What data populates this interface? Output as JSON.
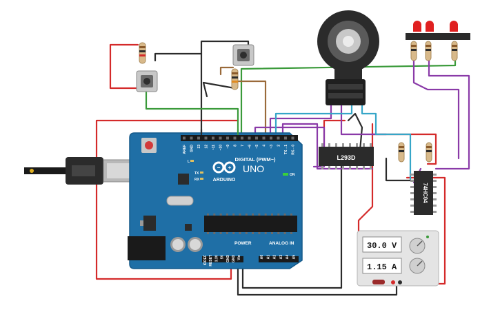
{
  "board": {
    "name": "UNO",
    "brand": "ARDUINO",
    "digital_header": "DIGITAL (PWM~)",
    "power_header": "POWER",
    "analog_header": "ANALOG IN",
    "on_label": "ON",
    "l_label": "L",
    "tx_label": "TX",
    "rx_label": "RX",
    "digital_pins": [
      "AREF",
      "GND",
      "13",
      "12",
      "~11",
      "~10",
      "~9",
      "8",
      "7",
      "~6",
      "~5",
      "4",
      "~3",
      "2",
      "TX→1",
      "RX←0"
    ],
    "power_pins": [
      "IOREF",
      "RESET",
      "3.3V",
      "5V",
      "GND",
      "GND",
      "Vin"
    ],
    "analog_pins": [
      "A0",
      "A1",
      "A2",
      "A3",
      "A4",
      "A5"
    ]
  },
  "chips": {
    "driver": "L293D",
    "inverter": "74HC04"
  },
  "power_supply": {
    "voltage": "30.0 V",
    "current": "1.15 A"
  },
  "colors": {
    "board_blue": "#1f6fa6",
    "wire_red": "#d42a2a",
    "wire_black": "#2b2b2b",
    "wire_green": "#3a9a3a",
    "wire_purple": "#8a3aa8",
    "wire_cyan": "#36a6c8",
    "wire_brown": "#9a6a3a",
    "led_red": "#e02020"
  }
}
